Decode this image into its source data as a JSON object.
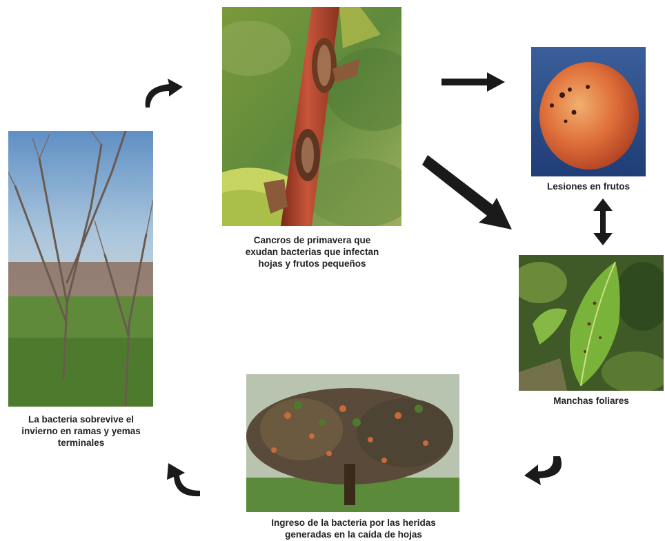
{
  "stages": {
    "cankers": {
      "caption": "Cancros de primavera que\nexudan bacterias que infectan\nhojas y frutos pequeños",
      "photo_icon": "peach-branch-canker-photo"
    },
    "fruit": {
      "caption": "Lesiones en frutos",
      "photo_icon": "peach-fruit-lesions-photo"
    },
    "leaves": {
      "caption": "Manchas foliares",
      "photo_icon": "leaf-spots-photo"
    },
    "leaf_fall": {
      "caption": "Ingreso de la bacteria por las heridas\ngeneradas en la caída de hojas",
      "photo_icon": "defoliating-tree-photo"
    },
    "winter": {
      "caption": "La bacteria sobrevive el\ninvierno en ramas y yemas\nterminales",
      "photo_icon": "bare-winter-orchard-photo"
    }
  },
  "colors": {
    "arrow": "#1a1a1a",
    "caption_text": "#222222"
  }
}
